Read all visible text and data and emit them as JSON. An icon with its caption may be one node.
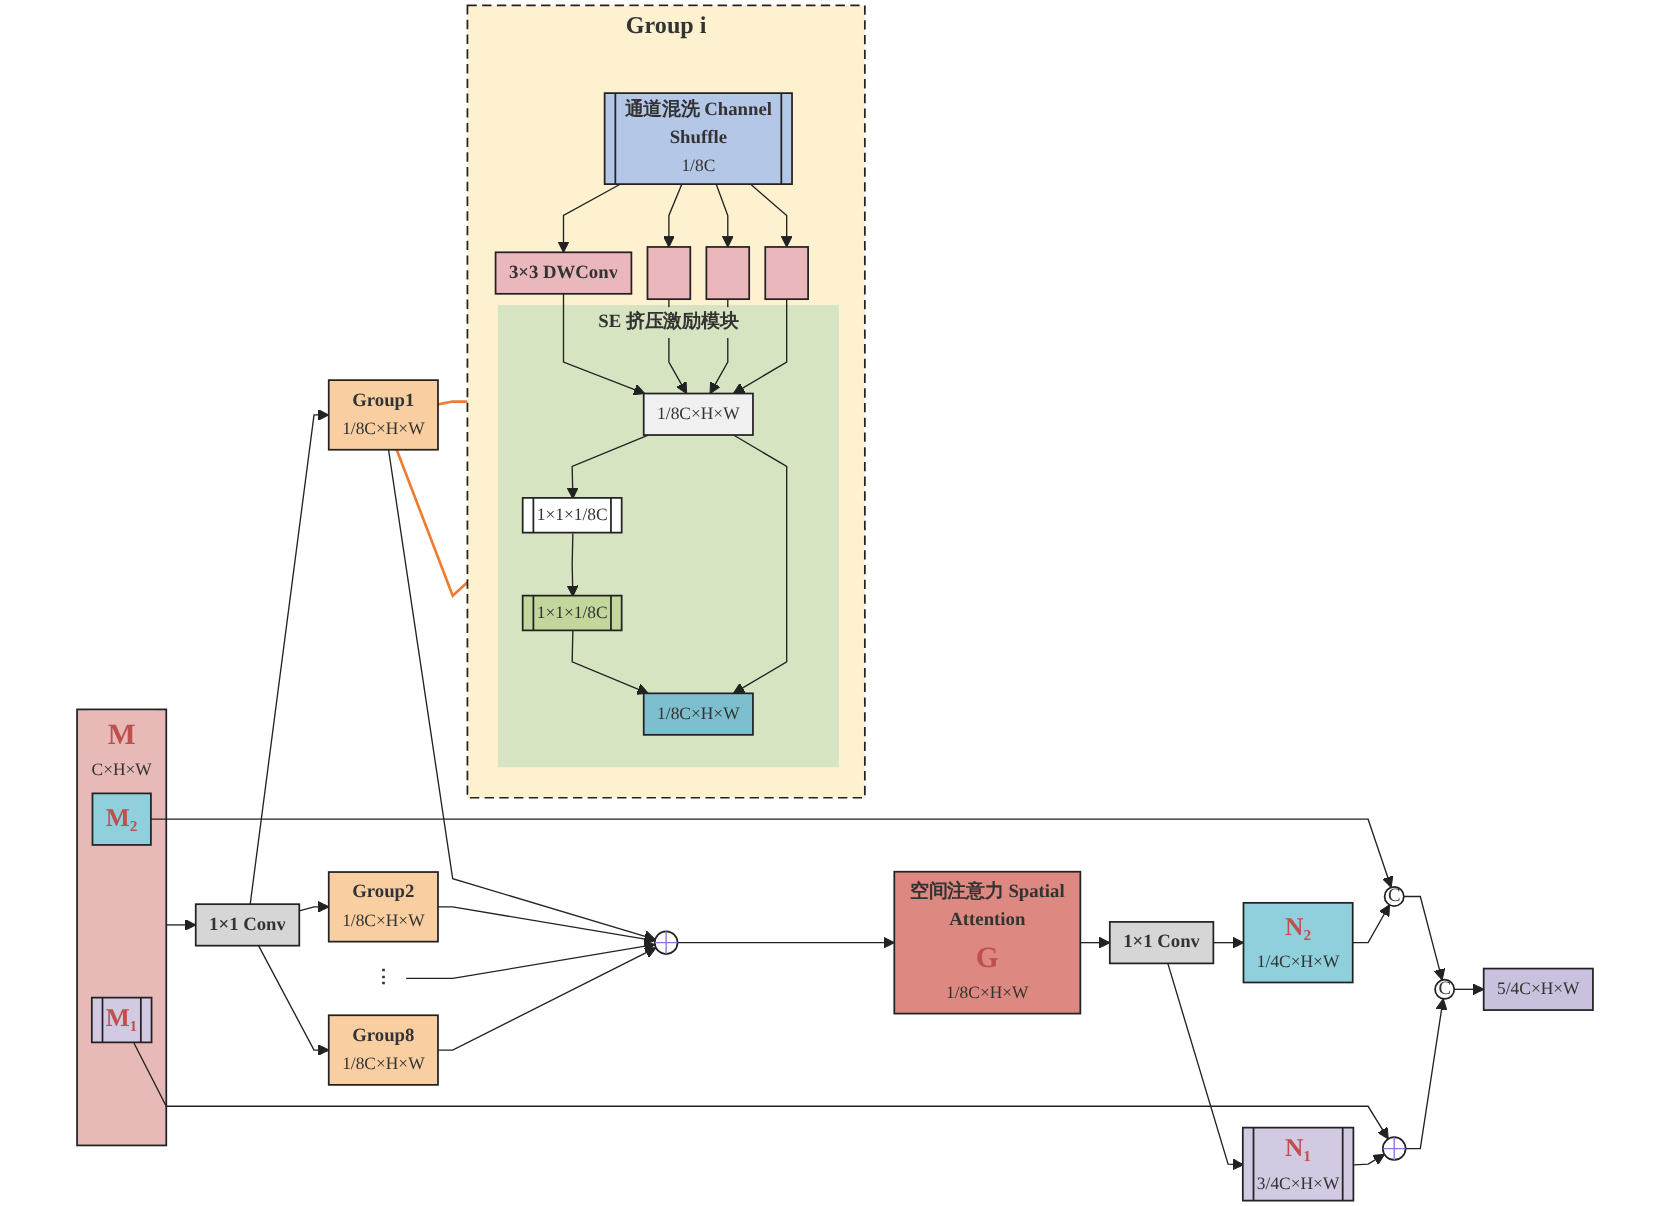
{
  "diagram": {
    "nodes": [
      {
        "text": [
          "Group i"
        ]
      },
      {
        "text": [
          "通道混洗 Channel Shuffle",
          "1/8C"
        ],
        "in": 0
      },
      {
        "text": [
          "3×3 DWConv"
        ],
        "in": 0
      },
      {
        "text": [],
        "shape": "box",
        "in": 0
      },
      {
        "text": [],
        "shape": "box",
        "in": 0
      },
      {
        "text": [],
        "shape": "box",
        "in": 0
      },
      {
        "text": [
          "SE 挤压激励模块"
        ],
        "in": 0
      },
      {
        "text": [
          "1/8C×H×W"
        ],
        "in": 6
      },
      {
        "text": [
          "1×1×1/8C"
        ],
        "in": 6
      },
      {
        "text": [
          "1×1×1/8C"
        ],
        "in": 6
      },
      {
        "text": [
          "1/8C×H×W"
        ],
        "in": 6
      },
      {
        "text": [
          "M",
          "C×H×W"
        ]
      },
      {
        "text": [
          "M₁"
        ],
        "in": 11
      },
      {
        "text": [
          "M₂"
        ],
        "in": 11
      },
      {
        "text": [
          "1×1 Conv"
        ]
      },
      {
        "text": [
          "Group1",
          "1/8C×H×W"
        ]
      },
      {
        "text": [
          "Group2",
          "1/8C×H×W"
        ]
      },
      {
        "text": [
          "⋮"
        ]
      },
      {
        "text": [
          "Group8",
          "1/8C×H×W"
        ]
      },
      {
        "text": [],
        "shape": "circle"
      },
      {
        "text": [
          "空间注意力 Spatial Attention",
          "G",
          "1/8C×H×W"
        ]
      },
      {
        "text": [
          "1×1 Conv"
        ]
      },
      {
        "text": [
          "N₂",
          "1/4C×H×W"
        ]
      },
      {
        "text": [
          "N₁",
          "3/4C×H×W"
        ]
      },
      {
        "text": [
          "C"
        ]
      },
      {
        "text": [
          "C"
        ]
      },
      {
        "text": [],
        "shape": "circle"
      },
      {
        "text": [
          "5/4C×H×W"
        ]
      }
    ],
    "edges": [
      {
        "from": 1,
        "to": 2,
        "arrow": "to"
      },
      {
        "from": 1,
        "to": 3,
        "arrow": "to"
      },
      {
        "from": 1,
        "to": 4,
        "arrow": "to"
      },
      {
        "from": 1,
        "to": 5,
        "arrow": "to"
      },
      {
        "from": 2,
        "to": 7,
        "arrow": "to"
      },
      {
        "from": 3,
        "to": 7,
        "arrow": "to"
      },
      {
        "from": 4,
        "to": 7,
        "arrow": "to"
      },
      {
        "from": 5,
        "to": 7,
        "arrow": "to"
      },
      {
        "from": 7,
        "to": 8,
        "arrow": "to"
      },
      {
        "from": 8,
        "to": 9,
        "arrow": "to"
      },
      {
        "from": 9,
        "to": 10,
        "arrow": "to"
      },
      {
        "from": 7,
        "to": 10,
        "arrow": "to"
      },
      {
        "from": 11,
        "to": 14,
        "arrow": "to"
      },
      {
        "from": 13,
        "to": 24,
        "arrow": "to"
      },
      {
        "from": 12,
        "to": 26,
        "arrow": "to"
      },
      {
        "from": 14,
        "to": 15,
        "arrow": "to"
      },
      {
        "from": 14,
        "to": 16,
        "arrow": "to"
      },
      {
        "from": 14,
        "to": 18,
        "arrow": "to"
      },
      {
        "from": 15,
        "to": 19,
        "arrow": "to"
      },
      {
        "from": 16,
        "to": 19,
        "arrow": "to"
      },
      {
        "from": 17,
        "to": 19,
        "arrow": "to"
      },
      {
        "from": 18,
        "to": 19,
        "arrow": "to"
      },
      {
        "from": 19,
        "to": 20,
        "arrow": "to"
      },
      {
        "from": 20,
        "to": 21,
        "arrow": "to"
      },
      {
        "from": 21,
        "to": 22,
        "arrow": "to"
      },
      {
        "from": 21,
        "to": 23,
        "arrow": "to"
      },
      {
        "from": 22,
        "to": 24,
        "arrow": "to"
      },
      {
        "from": 24,
        "to": 25,
        "arrow": "to"
      },
      {
        "from": 23,
        "to": 26,
        "arrow": "to"
      },
      {
        "from": 26,
        "to": 25,
        "arrow": "to"
      },
      {
        "from": 25,
        "to": 27,
        "arrow": "to"
      },
      {
        "from": 15,
        "to": 0,
        "arrow": "none",
        "color": "#ed7d31"
      },
      {
        "from": 15,
        "to": 0,
        "arrow": "none",
        "color": "#ed7d31"
      }
    ]
  }
}
